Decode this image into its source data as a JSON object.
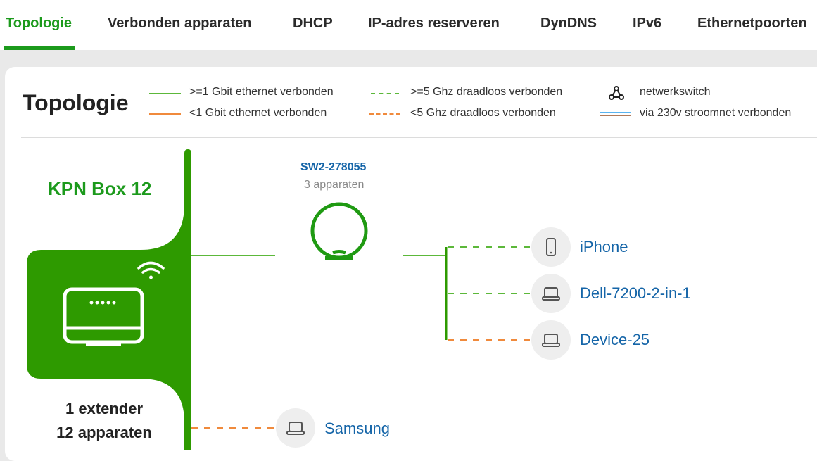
{
  "tabs": [
    {
      "label": "Topologie",
      "active": true
    },
    {
      "label": "Verbonden apparaten",
      "active": false
    },
    {
      "label": "DHCP",
      "active": false
    },
    {
      "label": "IP-adres reserveren",
      "active": false
    },
    {
      "label": "DynDNS",
      "active": false
    },
    {
      "label": "IPv6",
      "active": false
    },
    {
      "label": "Ethernetpoorten",
      "active": false
    }
  ],
  "page": {
    "title": "Topologie"
  },
  "legend": {
    "gbit_eth": "&gt;=1 Gbit ethernet verbonden",
    "gbit_eth_text": ">=1 Gbit ethernet verbonden",
    "sub_gbit_eth_text": "<1 Gbit ethernet verbonden",
    "wifi_5ghz_text": ">=5 Ghz draadloos verbonden",
    "wifi_sub5ghz_text": "<5 Ghz draadloos verbonden",
    "switch_text": "netwerkswitch",
    "powerline_text": "via 230v stroomnet verbonden"
  },
  "colors": {
    "brand_green": "#2e9a00",
    "active_tab": "#1c9a1c",
    "fast_line": "#2e9a00",
    "slow_line": "#f08a3c",
    "wifi_fast": "#5cb83a",
    "link_blue": "#1565a8",
    "powerline_blue": "#5ab4f0",
    "powerline_brown": "#b07a5a"
  },
  "router": {
    "name": "KPN Box 12",
    "extenders": "1 extender",
    "devices": "12 apparaten",
    "icon": "router-icon",
    "wifi_icon": "wifi-icon"
  },
  "switch": {
    "name": "SW2-278055",
    "device_count": "3 apparaten"
  },
  "devices": [
    {
      "name": "iPhone",
      "icon": "phone-icon",
      "connection": ">=5 Ghz draadloos"
    },
    {
      "name": "Dell-7200-2-in-1",
      "icon": "laptop-icon",
      "connection": ">=5 Ghz draadloos"
    },
    {
      "name": "Device-25",
      "icon": "laptop-icon",
      "connection": "<5 Ghz draadloos"
    },
    {
      "name": "Samsung",
      "icon": "laptop-icon",
      "connection": "<5 Ghz draadloos"
    }
  ]
}
